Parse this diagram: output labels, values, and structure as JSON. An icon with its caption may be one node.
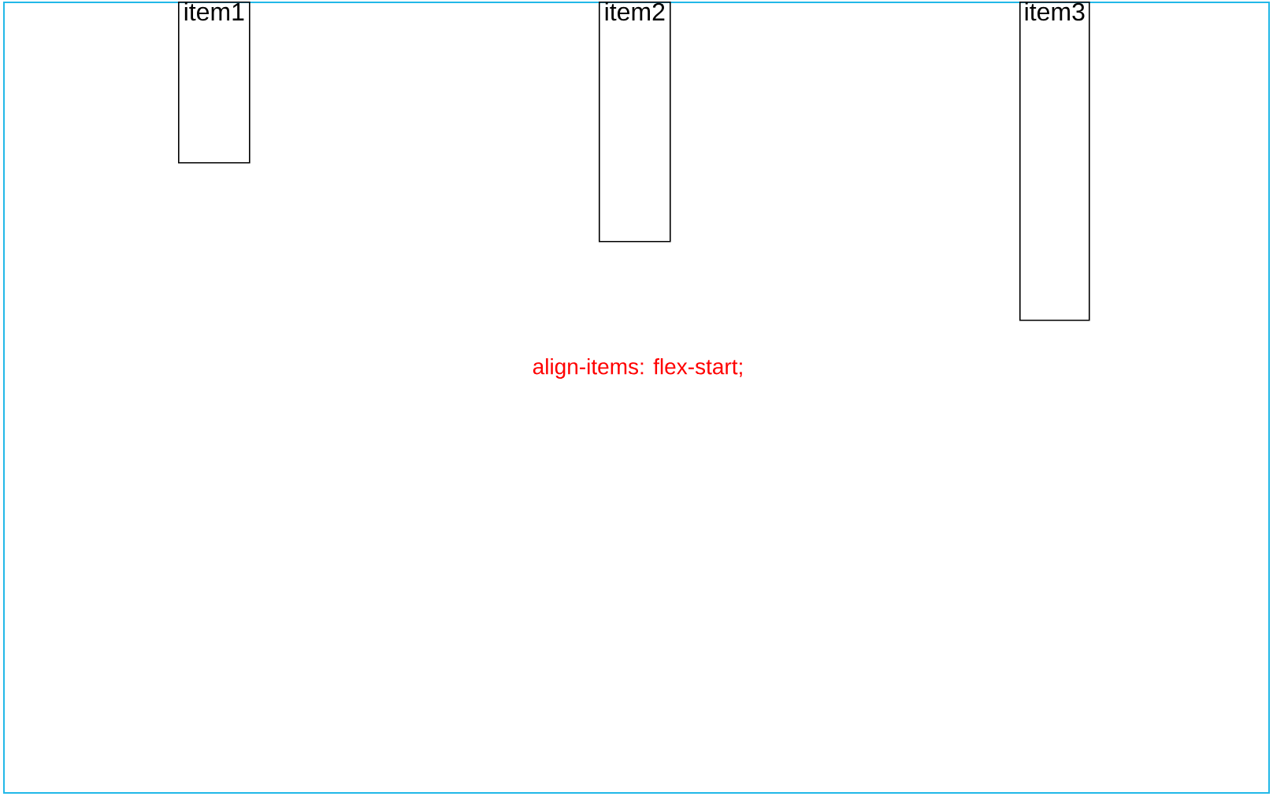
{
  "diagram": {
    "nodes": [
      {
        "text": [],
        "shape": "box"
      },
      {
        "text": [
          "item1"
        ],
        "in": 0
      },
      {
        "text": [
          "item2"
        ],
        "in": 0
      },
      {
        "text": [
          "item3"
        ],
        "in": 0
      }
    ],
    "labels": [
      "align-items: flex-start;"
    ]
  }
}
